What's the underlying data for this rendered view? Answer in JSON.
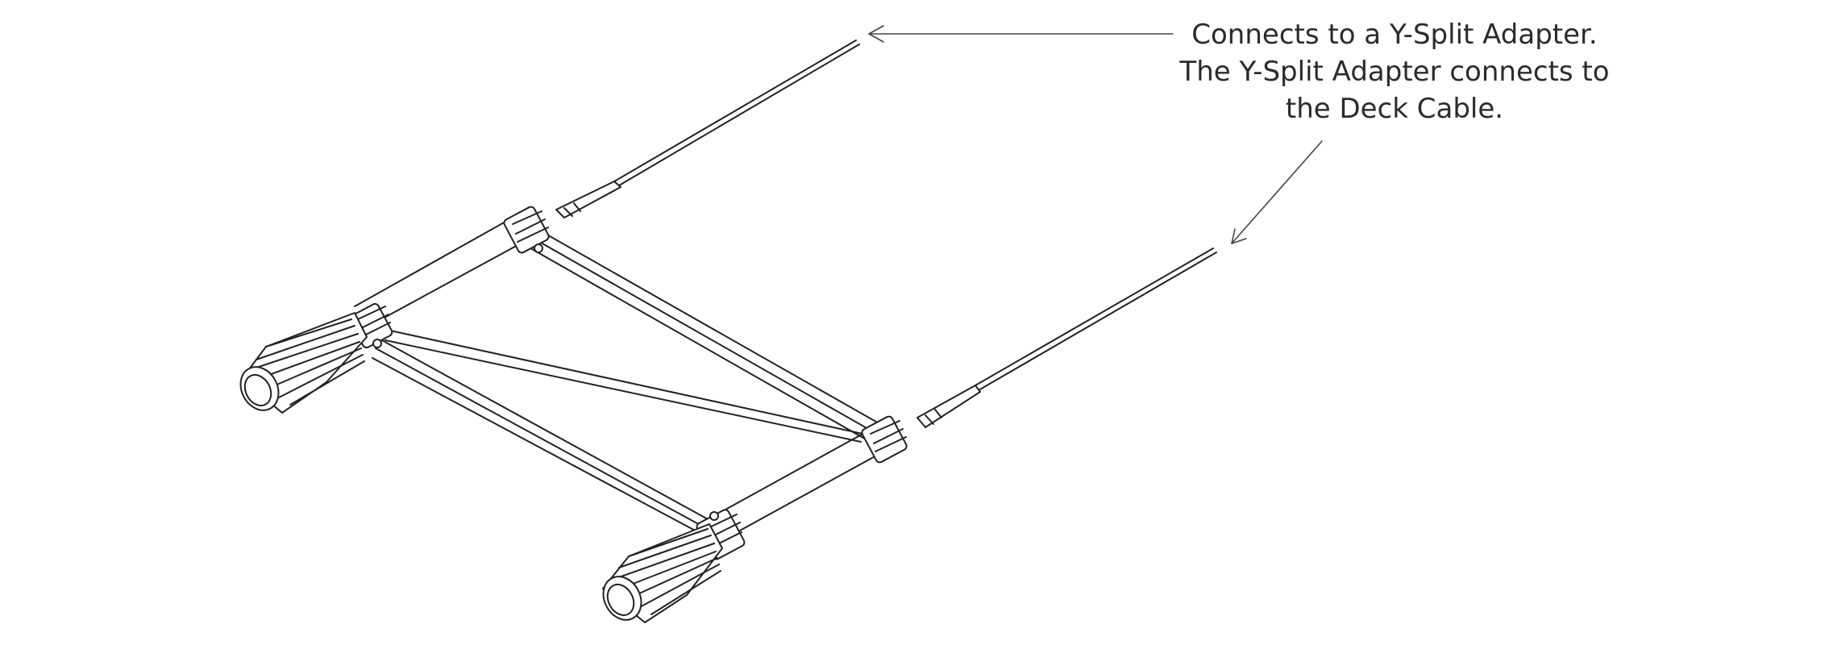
{
  "callout": {
    "lines": [
      "Connects to a Y-Split Adapter.",
      "The Y-Split Adapter connects to",
      "the Deck Cable."
    ]
  },
  "colors": {
    "stroke": "#222222",
    "text": "#2b2b2b",
    "background": "#ffffff"
  }
}
